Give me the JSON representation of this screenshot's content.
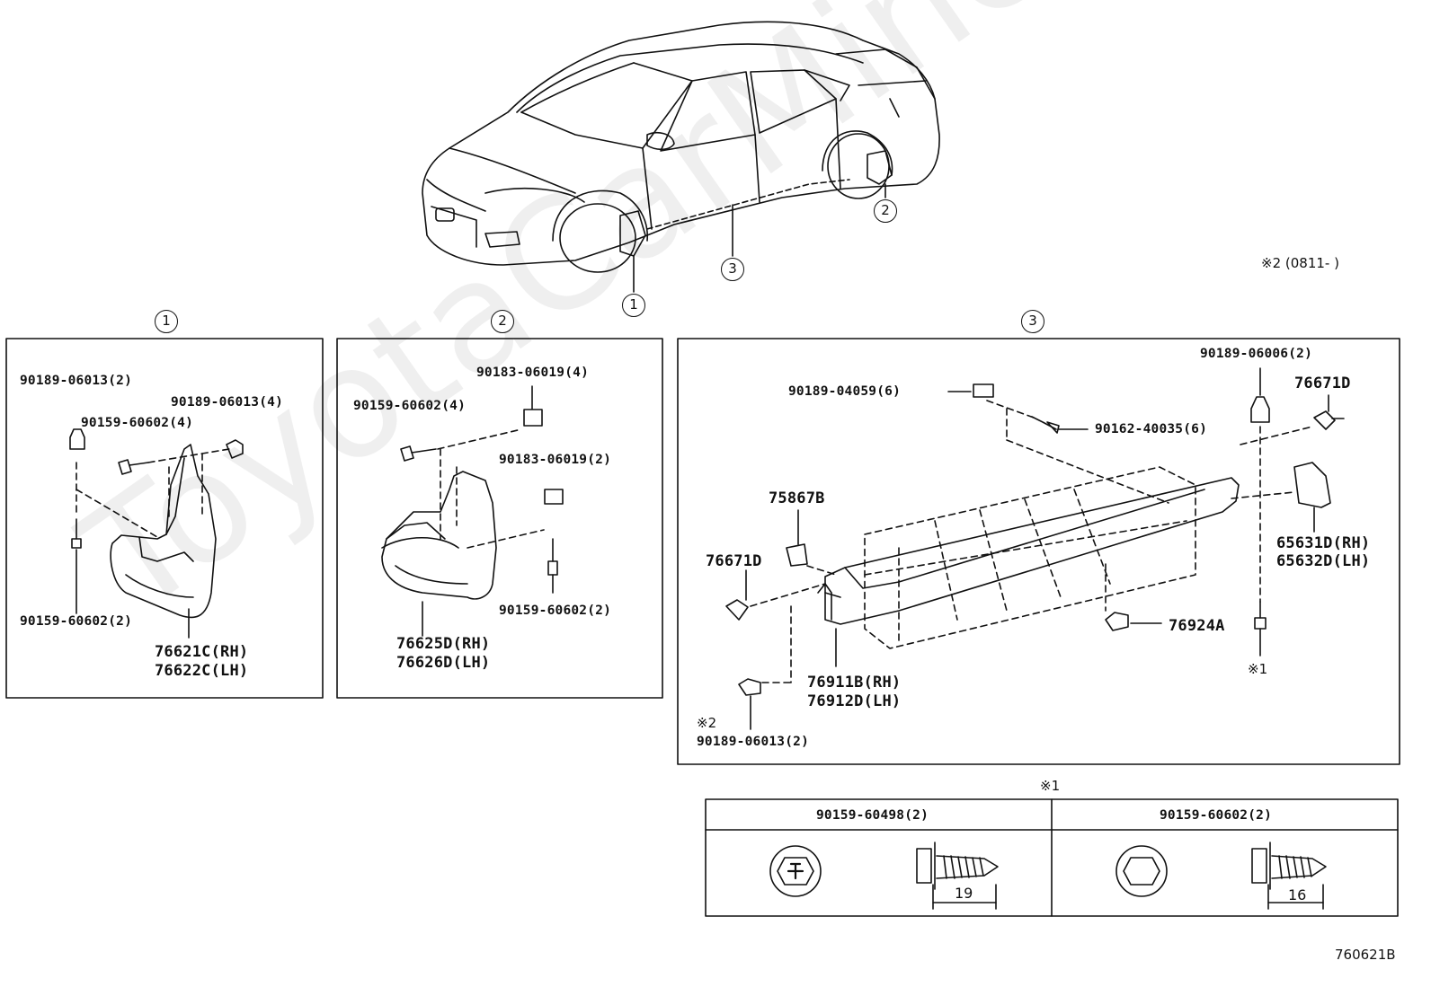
{
  "watermark": "ToyotaCarMine.ru",
  "diagram_code": "760621B",
  "note_top": "※2 (0811-      )",
  "callouts": {
    "c1": "1",
    "c2": "2",
    "c3": "3"
  },
  "panel1": {
    "labels": {
      "a": "90189-06013(2)",
      "b": "90189-06013(4)",
      "c": "90159-60602(4)",
      "d": "90159-60602(2)",
      "e": "76621C(RH)",
      "f": "76622C(LH)"
    }
  },
  "panel2": {
    "labels": {
      "a": "90183-06019(4)",
      "b": "90159-60602(4)",
      "c": "90183-06019(2)",
      "d": "90159-60602(2)",
      "e": "76625D(RH)",
      "f": "76626D(LH)"
    }
  },
  "panel3": {
    "labels": {
      "a": "90189-04059(6)",
      "b": "90162-40035(6)",
      "c": "90189-06006(2)",
      "d": "76671D",
      "e": "75867B",
      "f": "76671D",
      "g": "65631D(RH)",
      "h": "65632D(LH)",
      "i": "76924A",
      "j": "76911B(RH)",
      "k": "76912D(LH)",
      "l": "※1",
      "m": "※2",
      "n": "90189-06013(2)"
    }
  },
  "table": {
    "title": "※1",
    "col1_header": "90159-60498(2)",
    "col2_header": "90159-60602(2)",
    "dim1": "19",
    "dim2": "16"
  }
}
